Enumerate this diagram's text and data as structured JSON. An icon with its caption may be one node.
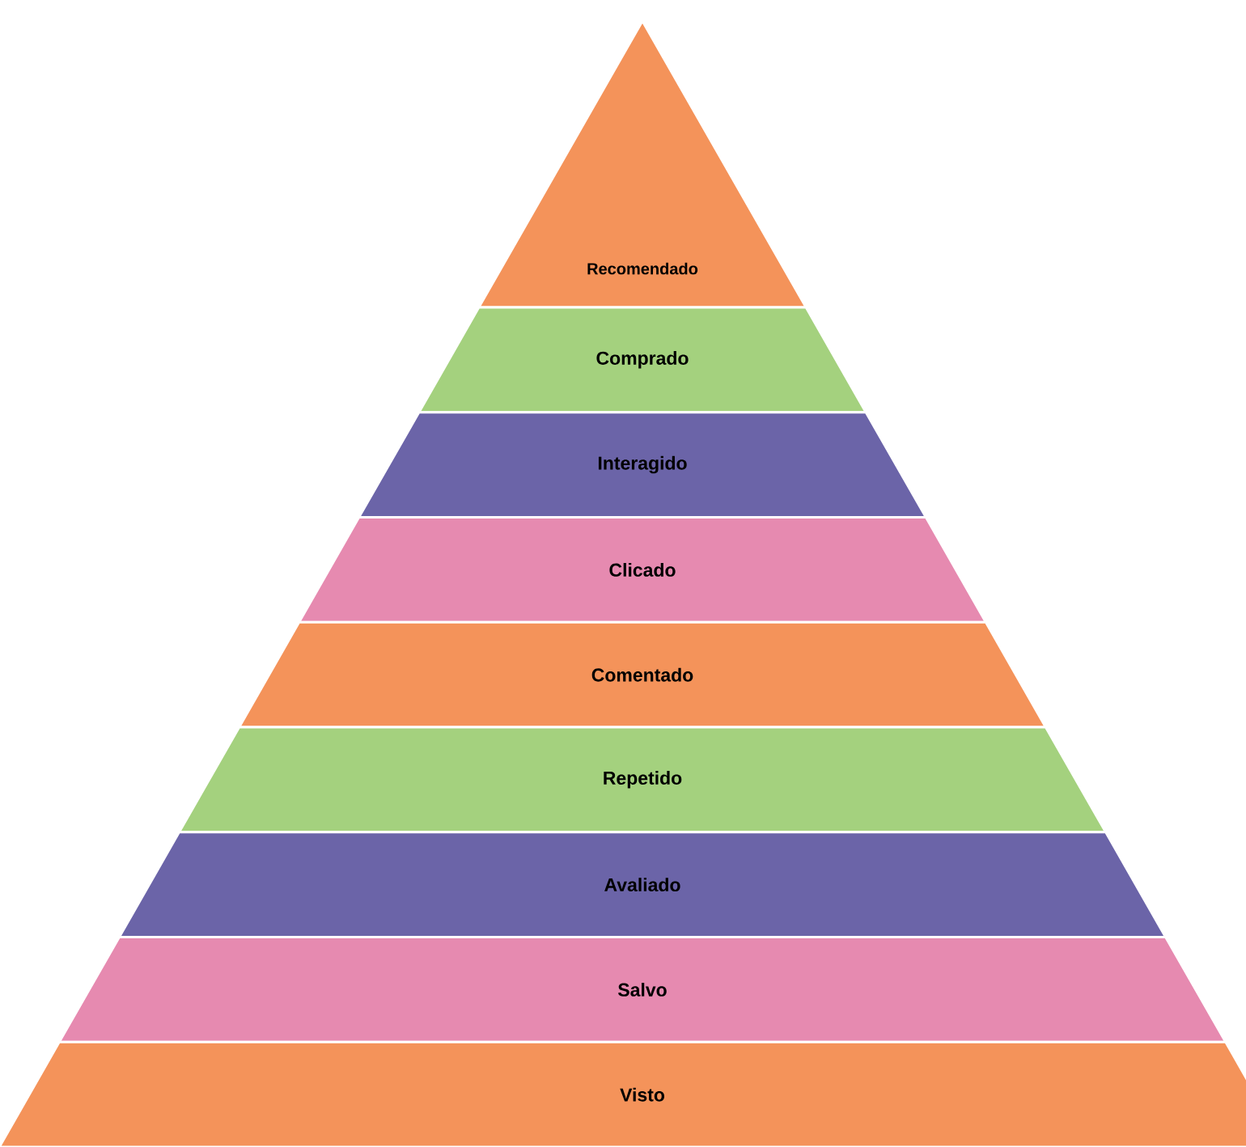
{
  "diagram": {
    "nodes": [
      {
        "text": [
          "Recomendado"
        ]
      },
      {
        "text": [
          "Comprado"
        ]
      },
      {
        "text": [
          "Interagido"
        ]
      },
      {
        "text": [
          "Clicado"
        ]
      },
      {
        "text": [
          "Comentado"
        ]
      },
      {
        "text": [
          "Repetido"
        ]
      },
      {
        "text": [
          "Avaliado"
        ]
      },
      {
        "text": [
          "Salvo"
        ]
      },
      {
        "text": [
          "Visto"
        ]
      }
    ]
  }
}
